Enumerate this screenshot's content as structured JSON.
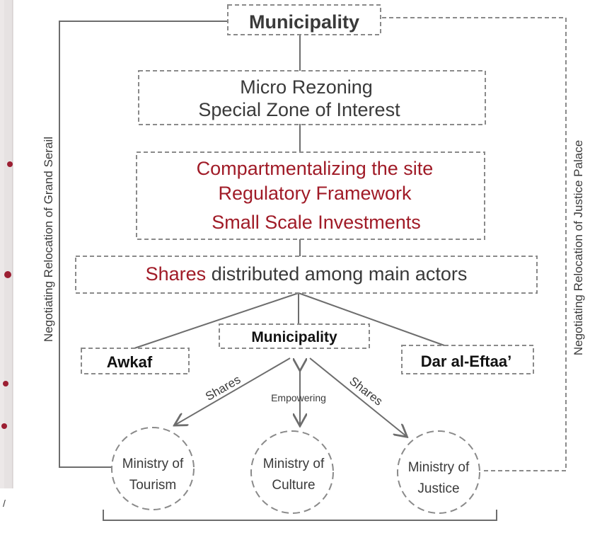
{
  "diagram": {
    "top_box": "Municipality",
    "zoning_box": [
      "Micro Rezoning",
      "Special Zone of Interest"
    ],
    "framework_box": [
      "Compartmentalizing the site",
      "Regulatory Framework",
      "Small Scale Investments"
    ],
    "shares_box": {
      "highlight": "Shares",
      "rest": " distributed among main actors"
    },
    "actors": {
      "left": "Awkaf",
      "center": "Municipality",
      "right": "Dar al-Eftaa’"
    },
    "arrow_labels": {
      "left": "Shares",
      "center": "Empowering",
      "right": "Shares"
    },
    "ministries": [
      {
        "line1": "Ministry of",
        "line2": "Tourism"
      },
      {
        "line1": "Ministry of",
        "line2": "Culture"
      },
      {
        "line1": "Ministry of",
        "line2": "Justice"
      }
    ],
    "side_labels": {
      "left": "Negotiating Relocation of Grand Serail",
      "right": "Negotiating Relocation of Justice Palace"
    },
    "colors": {
      "accent_red": "#a01b27",
      "text_gray": "#3a3a3a",
      "line_gray": "#6d6d6d"
    }
  }
}
